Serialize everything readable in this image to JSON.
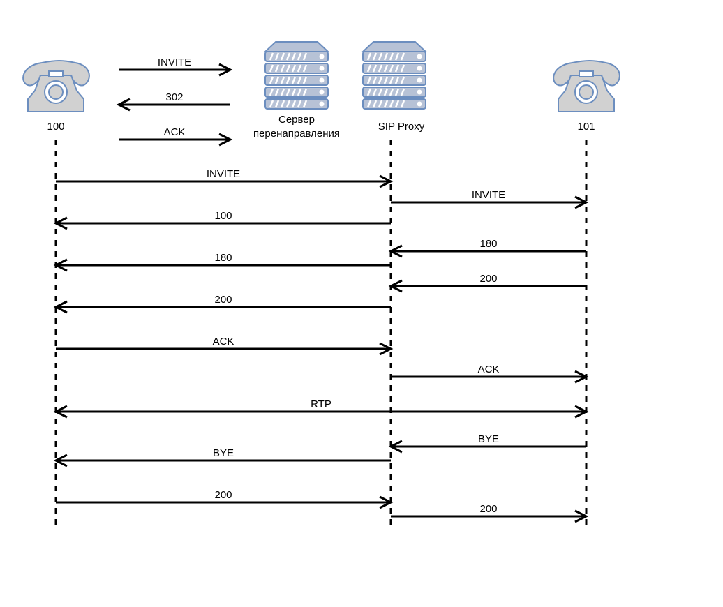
{
  "participants": [
    {
      "id": "p100",
      "label": "100",
      "icon": "telephone-icon"
    },
    {
      "id": "redirect",
      "label_lines": [
        "Сервер",
        "перенаправления"
      ],
      "icon": "server-icon"
    },
    {
      "id": "proxy",
      "label": "SIP Proxy",
      "icon": "server-icon"
    },
    {
      "id": "p101",
      "label": "101",
      "icon": "telephone-icon"
    }
  ],
  "pre_messages": [
    {
      "label": "INVITE",
      "from": "p100",
      "to": "redirect"
    },
    {
      "label": "302",
      "from": "redirect",
      "to": "p100"
    },
    {
      "label": "ACK",
      "from": "p100",
      "to": "redirect"
    }
  ],
  "messages": [
    {
      "label": "INVITE",
      "from": "p100",
      "to": "proxy"
    },
    {
      "label": "INVITE",
      "from": "proxy",
      "to": "p101"
    },
    {
      "label": "100",
      "from": "proxy",
      "to": "p100"
    },
    {
      "label": "180",
      "from": "p101",
      "to": "proxy"
    },
    {
      "label": "180",
      "from": "proxy",
      "to": "p100"
    },
    {
      "label": "200",
      "from": "p101",
      "to": "proxy"
    },
    {
      "label": "200",
      "from": "proxy",
      "to": "p100"
    },
    {
      "label": "ACK",
      "from": "p100",
      "to": "proxy"
    },
    {
      "label": "ACK",
      "from": "proxy",
      "to": "p101"
    },
    {
      "label": "RTP",
      "from": "p100",
      "to": "p101",
      "bidirectional": true
    },
    {
      "label": "BYE",
      "from": "p101",
      "to": "proxy"
    },
    {
      "label": "BYE",
      "from": "proxy",
      "to": "p100"
    },
    {
      "label": "200",
      "from": "p100",
      "to": "proxy"
    },
    {
      "label": "200",
      "from": "proxy",
      "to": "p101"
    }
  ],
  "colors": {
    "icon_stroke": "#6c8ebf",
    "icon_fill": "#d1d1d1",
    "server_fill": "#b7c2d6",
    "line": "#000000"
  }
}
